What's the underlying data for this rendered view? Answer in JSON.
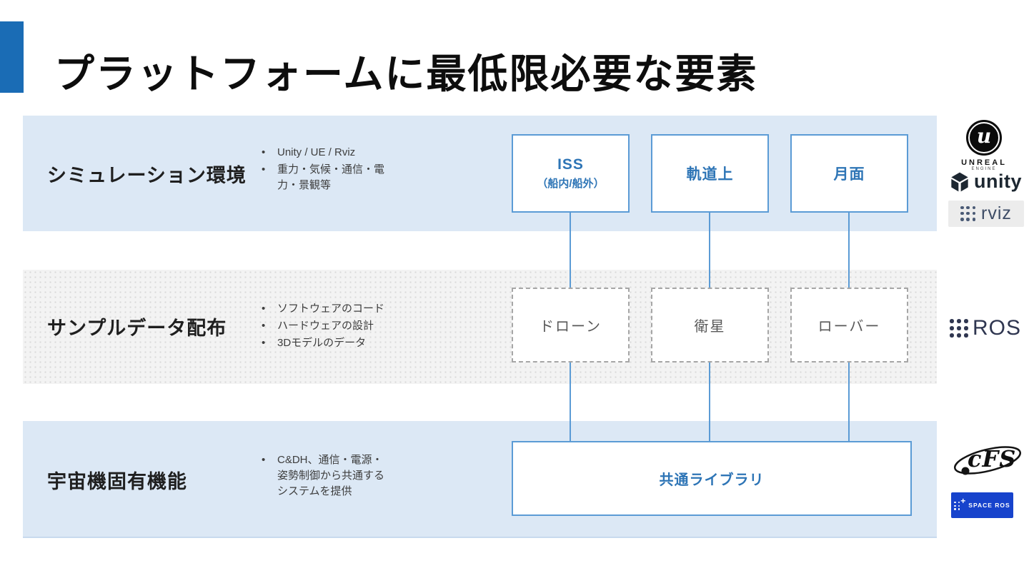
{
  "title": "プラットフォームに最低限必要な要素",
  "rows": [
    {
      "label": "シミュレーション環境",
      "bullets": [
        "Unity / UE / Rviz",
        "重力・気候・通信・電力・景観等"
      ],
      "boxes": [
        {
          "title": "ISS",
          "subtitle": "（船内/船外）"
        },
        {
          "title": "軌道上"
        },
        {
          "title": "月面"
        }
      ]
    },
    {
      "label": "サンプルデータ配布",
      "bullets": [
        "ソフトウェアのコード",
        "ハードウェアの設計",
        "3Dモデルのデータ"
      ],
      "boxes": [
        {
          "title": "ドローン"
        },
        {
          "title": "衛星"
        },
        {
          "title": "ローバー"
        }
      ]
    },
    {
      "label": "宇宙機固有機能",
      "bullets": [
        "C&DH、通信・電源・姿勢制御から共通するシステムを提供"
      ],
      "boxes": [
        {
          "title": "共通ライブラリ"
        }
      ]
    }
  ],
  "logos": {
    "unreal": {
      "circle_letter": "u",
      "line1": "UNREAL",
      "line2": "ENGINE"
    },
    "unity": {
      "label": "unity"
    },
    "rviz": {
      "label": "rviz"
    },
    "ros": {
      "label": "ROS"
    },
    "cfs": {
      "label": "cFS"
    },
    "space_ros": {
      "label": "SPACE ROS"
    }
  },
  "colors": {
    "accent_bar": "#1a6cb5",
    "band_blue": "#dce8f5",
    "band_gray": "#f3f3f3",
    "box_border_blue": "#5b9bd5",
    "box_text_blue": "#2e75b6",
    "dashed_border": "#a6a6a6",
    "gray_text": "#595959",
    "connector": "#5b9bd5",
    "ros_navy": "#2f3650",
    "space_ros_blue": "#1743cc"
  }
}
